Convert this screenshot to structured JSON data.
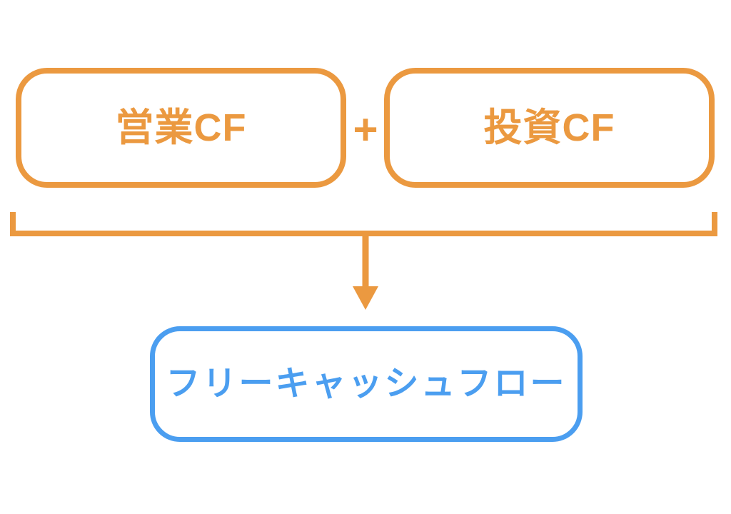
{
  "diagram": {
    "operating_cf_label": "営業CF",
    "operator": "+",
    "investing_cf_label": "投資CF",
    "free_cash_flow_label": "フリーキャッシュフロー",
    "colors": {
      "orange": "#EB9940",
      "blue": "#4B9EF0",
      "background": "#FFFFFF"
    }
  }
}
